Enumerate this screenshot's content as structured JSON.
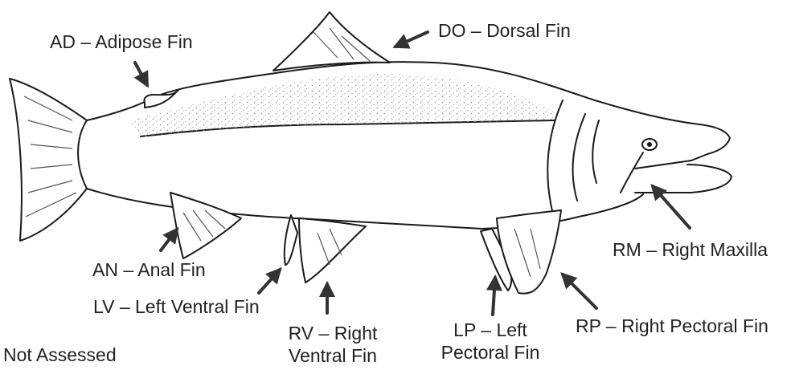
{
  "labels": {
    "adipose": "AD – Adipose Fin",
    "dorsal": "DO – Dorsal Fin",
    "anal": "AN – Anal Fin",
    "left_ventral": "LV – Left Ventral Fin",
    "right_ventral_line1": "RV – Right",
    "right_ventral_line2": "Ventral Fin",
    "left_pectoral_line1": "LP – Left",
    "left_pectoral_line2": "Pectoral Fin",
    "right_pectoral": "RP – Right Pectoral Fin",
    "right_maxilla": "RM – Right Maxilla",
    "not_assessed": "Not Assessed"
  },
  "colors": {
    "outline": "#1a1a1a",
    "arrow": "#333333",
    "speckle": "#9a9a9a",
    "text": "#222222"
  }
}
